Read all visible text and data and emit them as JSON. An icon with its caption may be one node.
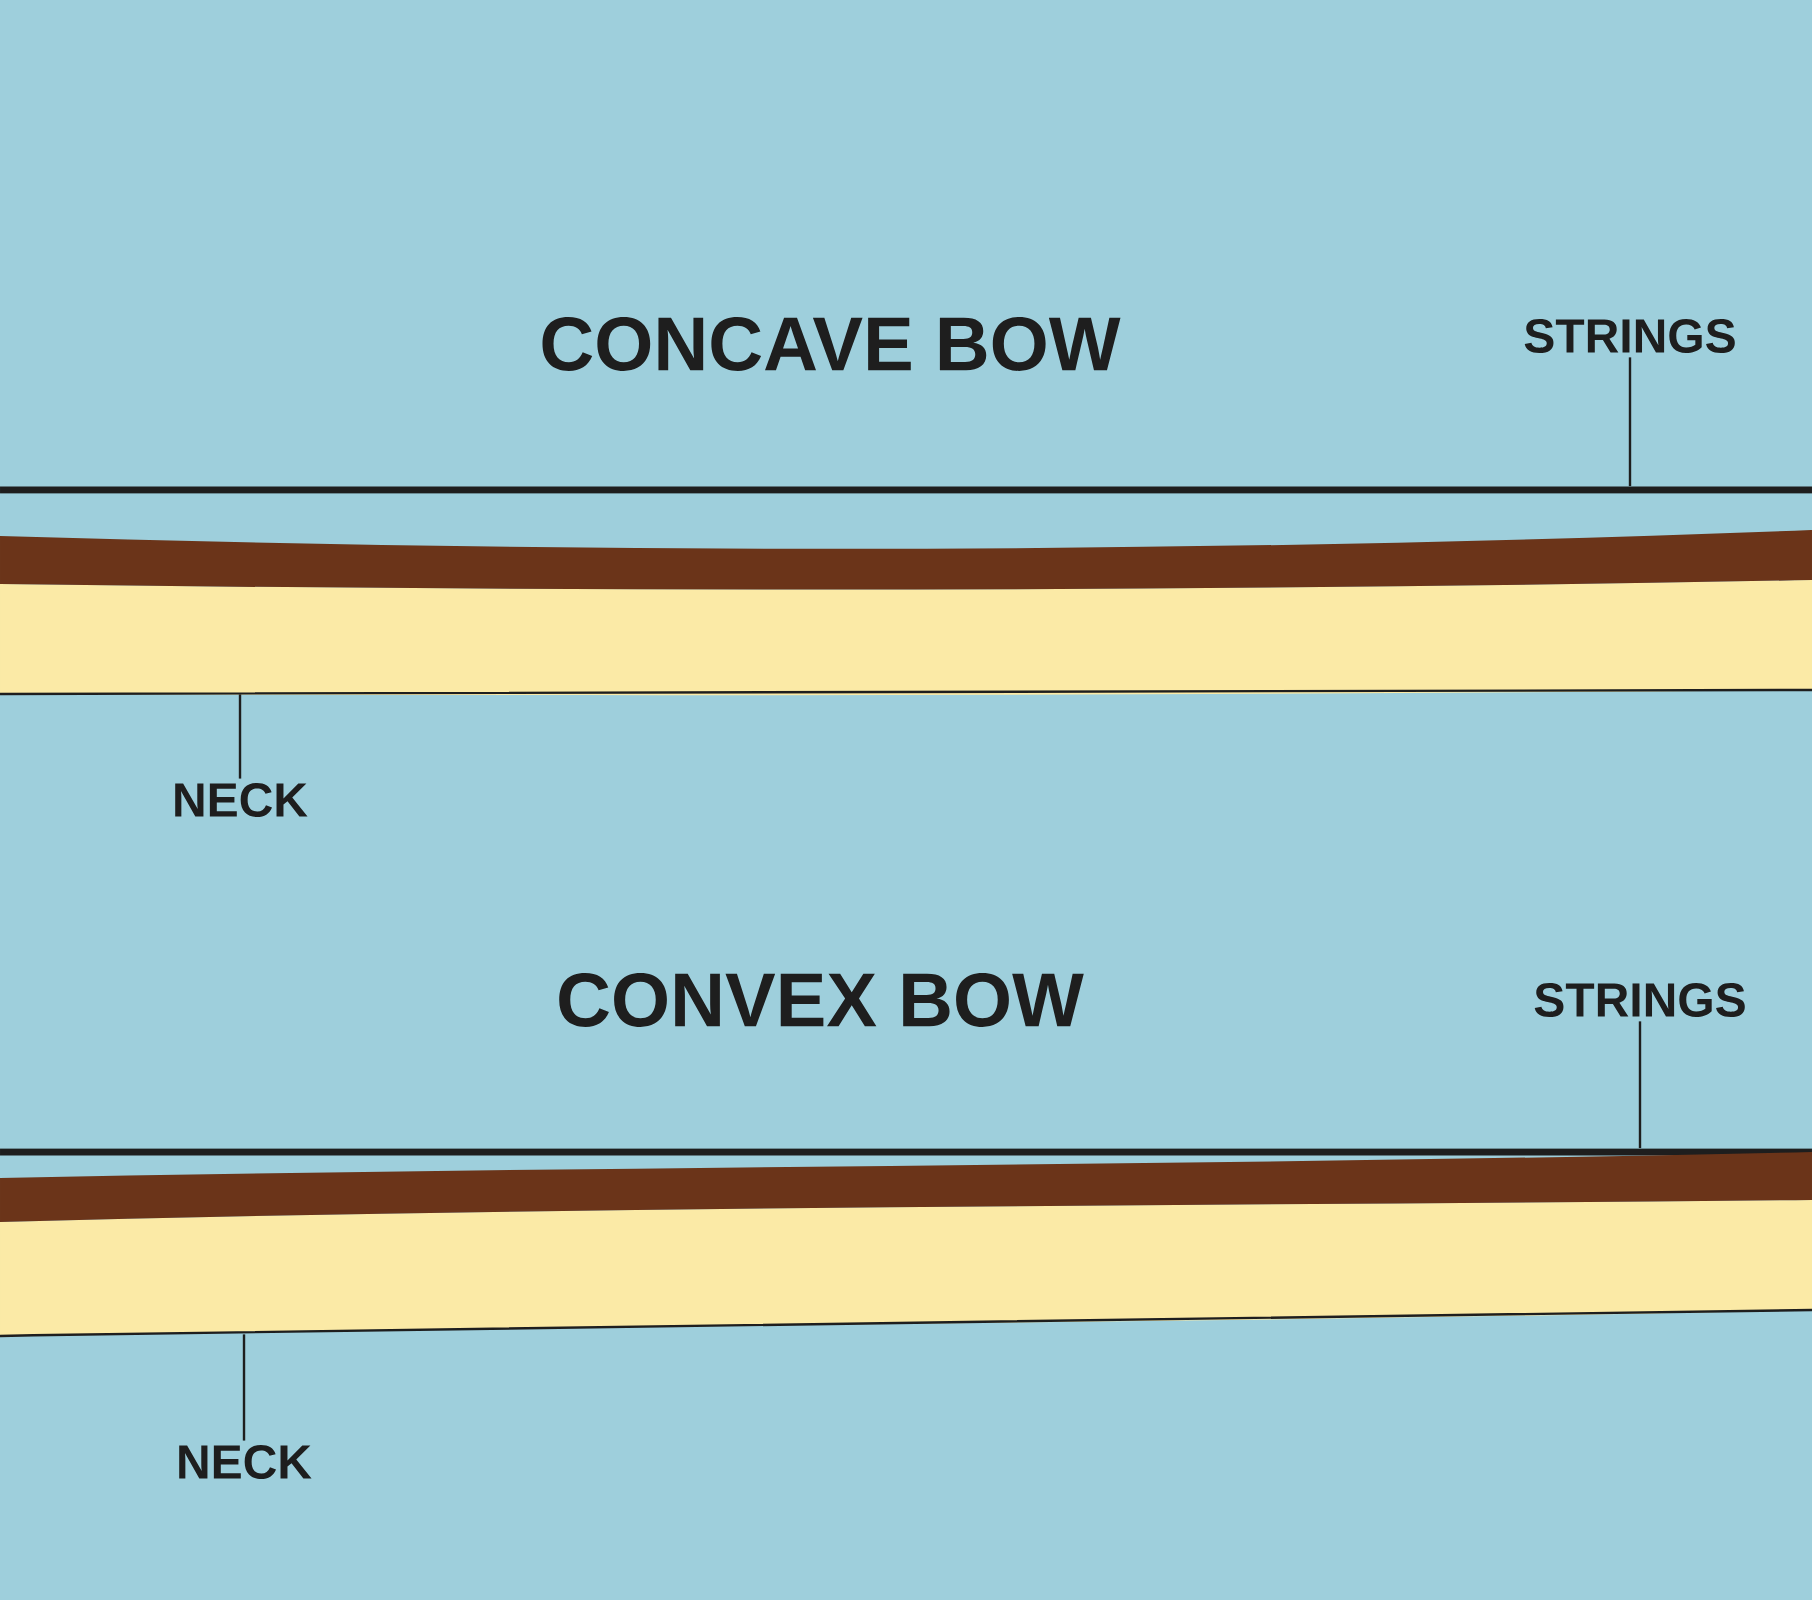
{
  "diagram": {
    "nodes": [
      {
        "text": [
          "STRINGS"
        ]
      },
      {
        "text": [],
        "shape": "bar"
      },
      {
        "text": [],
        "shape": "bar"
      },
      {
        "text": [
          "NECK"
        ]
      },
      {
        "text": [
          "STRINGS"
        ]
      },
      {
        "text": [],
        "shape": "bar"
      },
      {
        "text": [],
        "shape": "bar"
      },
      {
        "text": [
          "NECK"
        ]
      }
    ],
    "edges": [
      {
        "from": 0,
        "to": 1,
        "arrow": "none"
      },
      {
        "from": 3,
        "to": 2,
        "arrow": "none"
      },
      {
        "from": 4,
        "to": 5,
        "arrow": "none"
      },
      {
        "from": 7,
        "to": 6,
        "arrow": "none"
      }
    ],
    "labels": [
      "CONCAVE BOW",
      "CONVEX BOW"
    ]
  }
}
